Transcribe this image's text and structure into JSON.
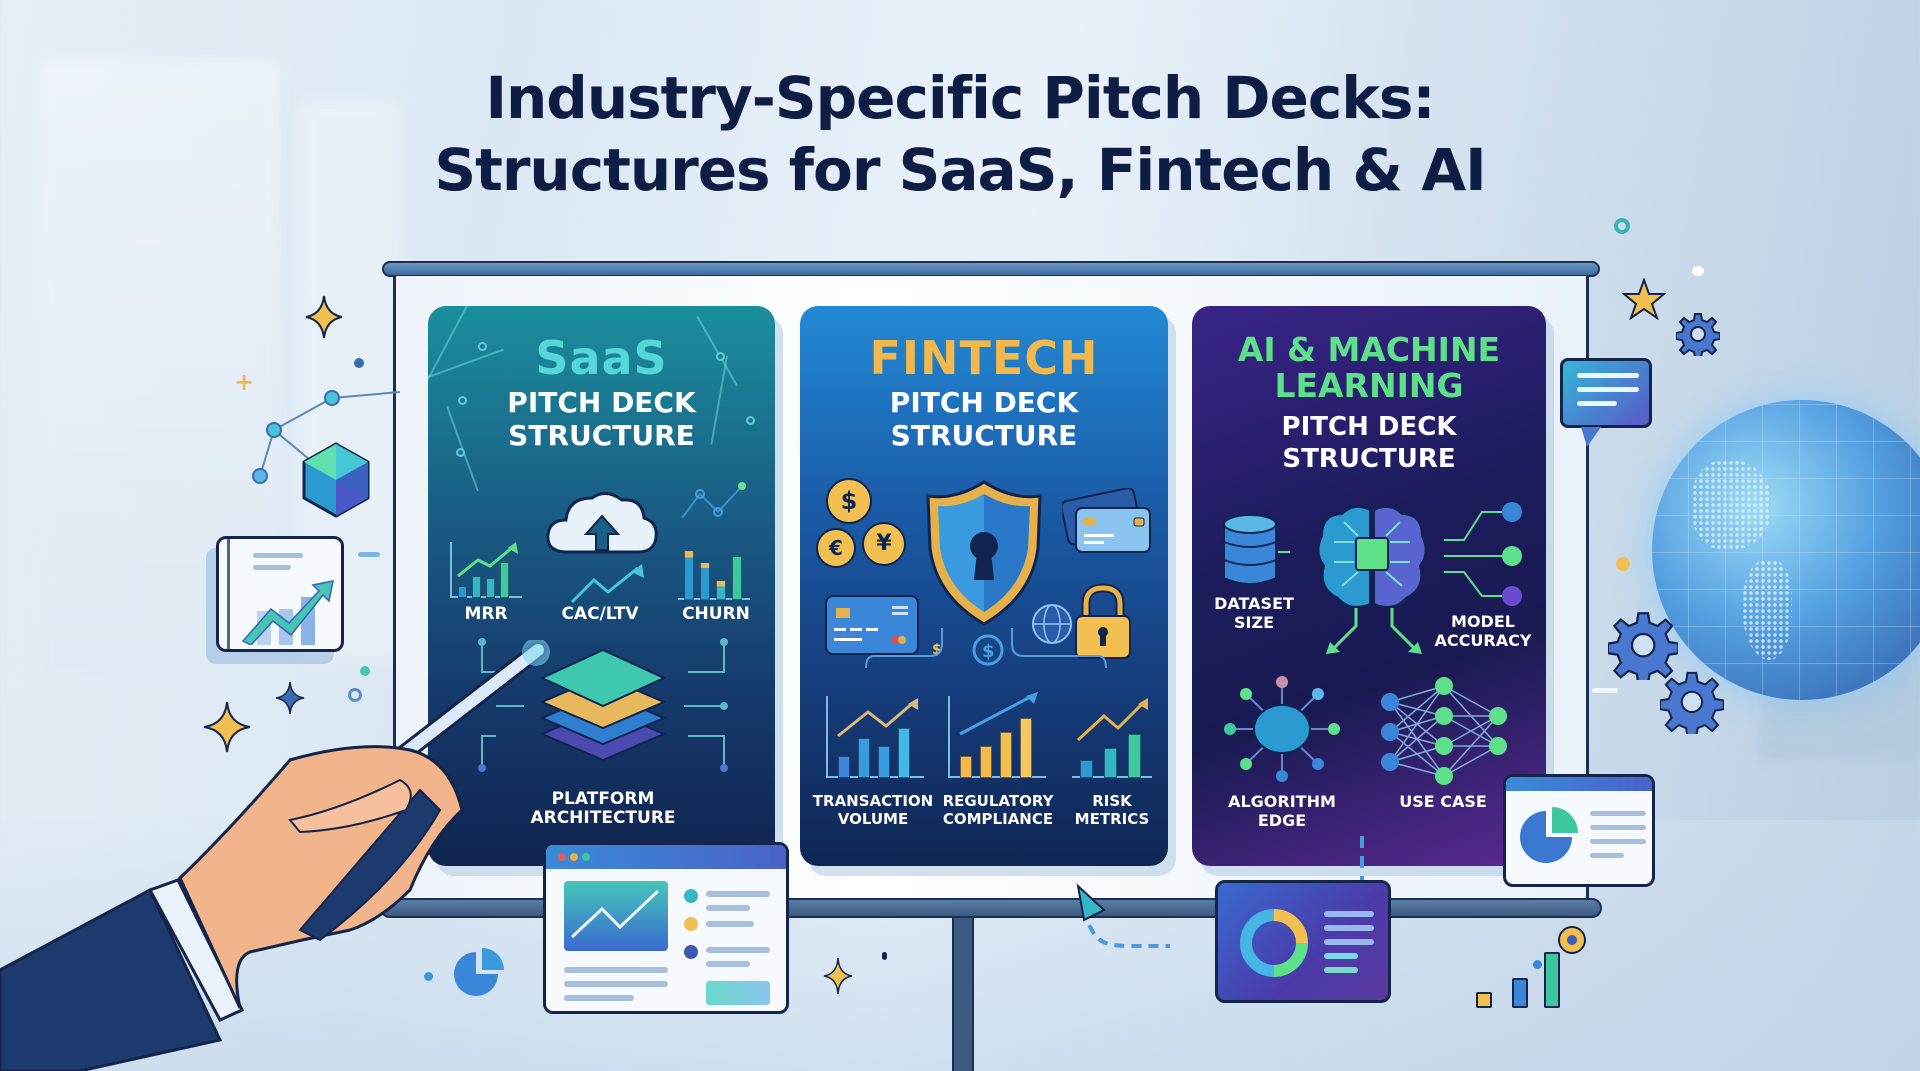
{
  "title": {
    "line1": "Industry-Specific Pitch Decks:",
    "line2": "Structures for SaaS, Fintech & AI"
  },
  "colors": {
    "title": "#0f1d44",
    "saas_accent": "#55d6d8",
    "fintech_accent": "#f2b84b",
    "ai_accent": "#5ee08a",
    "board_frame": "#1b2f55"
  },
  "panels": {
    "saas": {
      "heading": "SaaS",
      "subheading_1": "PITCH DECK",
      "subheading_2": "STRUCTURE",
      "metrics": [
        "MRR",
        "CAC/LTV",
        "CHURN"
      ],
      "center_label_1": "PLATFORM",
      "center_label_2": "ARCHITECTURE",
      "icons": [
        "cloud-upload-icon",
        "bar-chart-icon",
        "trend-arrow-icon",
        "stacked-layers-icon"
      ]
    },
    "fintech": {
      "heading": "FINTECH",
      "subheading_1": "PITCH DECK",
      "subheading_2": "STRUCTURE",
      "coins": [
        "$",
        "€",
        "¥"
      ],
      "dollar_symbol": "$",
      "metrics": [
        {
          "line1": "TRANSACTION",
          "line2": "VOLUME"
        },
        {
          "line1": "REGULATORY",
          "line2": "COMPLIANCE"
        },
        {
          "line1": "RISK",
          "line2": "METRICS"
        }
      ],
      "icons": [
        "shield-keyhole-icon",
        "credit-card-icon",
        "padlock-icon",
        "globe-icon",
        "coin-icon"
      ]
    },
    "ai": {
      "heading_1": "AI & MACHINE",
      "heading_2": "LEARNING",
      "subheading_1": "PITCH DECK",
      "subheading_2": "STRUCTURE",
      "metrics": [
        {
          "line1": "DATASET",
          "line2": "SIZE"
        },
        {
          "line1": "MODEL",
          "line2": "ACCURACY"
        },
        {
          "line1": "ALGORITHM",
          "line2": "EDGE"
        },
        {
          "line1": "USE CASE",
          "line2": ""
        }
      ],
      "icons": [
        "database-icon",
        "brain-chip-icon",
        "neural-network-icon",
        "brain-nodes-icon"
      ]
    }
  }
}
